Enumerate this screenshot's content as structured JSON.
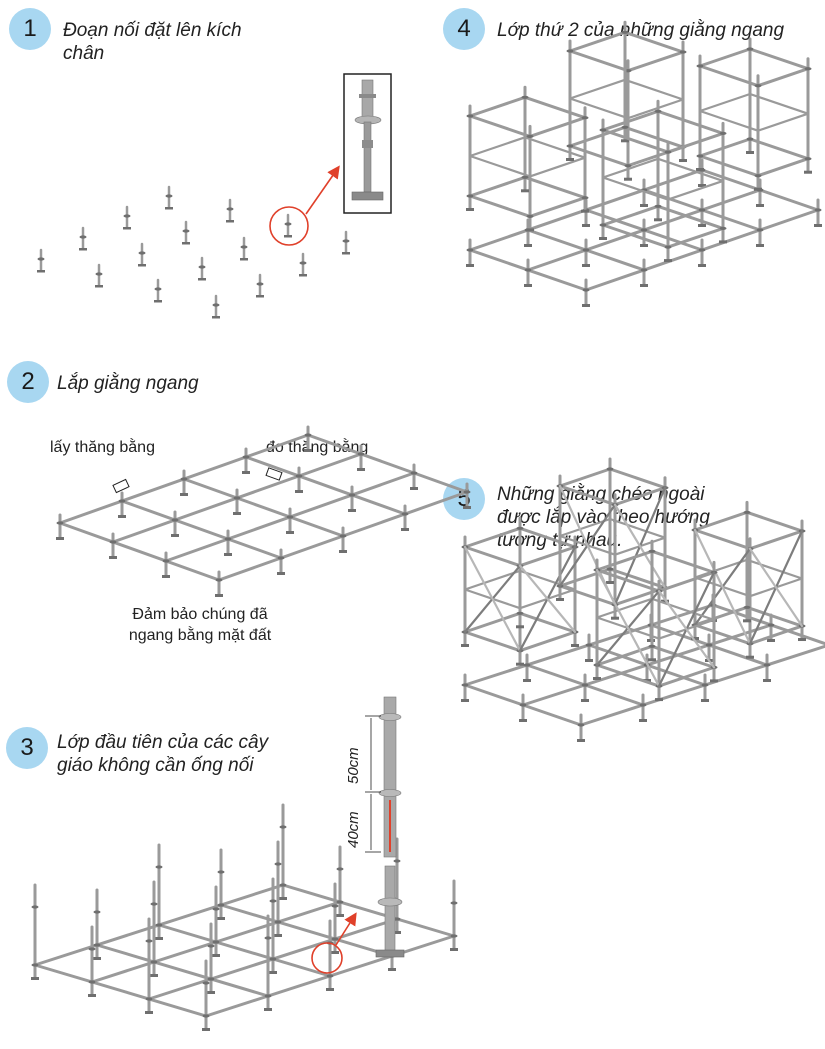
{
  "steps": [
    {
      "number": "1",
      "title_line1": "Đoạn nối đặt lên kích",
      "title_line2": "chân"
    },
    {
      "number": "2",
      "title_line1": "Lắp giằng ngang",
      "title_line2": ""
    },
    {
      "number": "3",
      "title_line1": "Lớp đầu tiên của các cây",
      "title_line2": "giáo không cần ống nối"
    },
    {
      "number": "4",
      "title_line1": "Lớp thứ 2 của những giằng ngang",
      "title_line2": ""
    },
    {
      "number": "5",
      "title_line1": "Những giằng chéo ngoài",
      "title_line2": "được lắp vào theo hướng",
      "title_line3": "tương tự nhau."
    }
  ],
  "step2_labels": {
    "left": "lấy thăng bằng",
    "right": "đo thăng bằng",
    "bottom_line1": "Đảm bảo chúng đã",
    "bottom_line2": "ngang bằng mặt đất"
  },
  "step3_dimensions": {
    "upper": "50cm",
    "lower": "40cm"
  },
  "colors": {
    "badge": "#a8d7f1",
    "pipe": "#9a9a9a",
    "callout": "#e0402a"
  }
}
